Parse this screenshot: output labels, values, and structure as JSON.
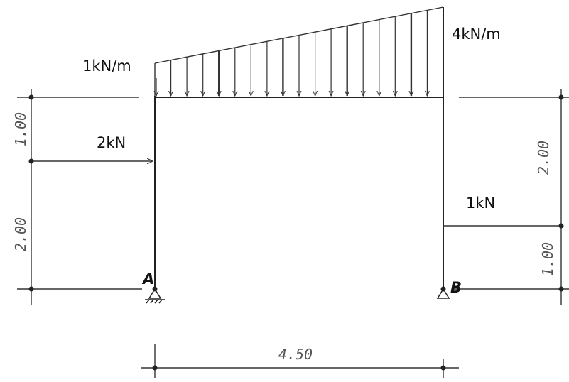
{
  "loads": {
    "distributed_start": "1kN/m",
    "distributed_end": "4kN/m",
    "point_left": "2kN",
    "point_right": "1kN"
  },
  "dimensions": {
    "left_upper": "1.00",
    "left_lower": "2.00",
    "right_upper": "2.00",
    "right_lower": "1.00",
    "span": "4.50"
  },
  "supports": {
    "left": "A",
    "right": "B"
  }
}
